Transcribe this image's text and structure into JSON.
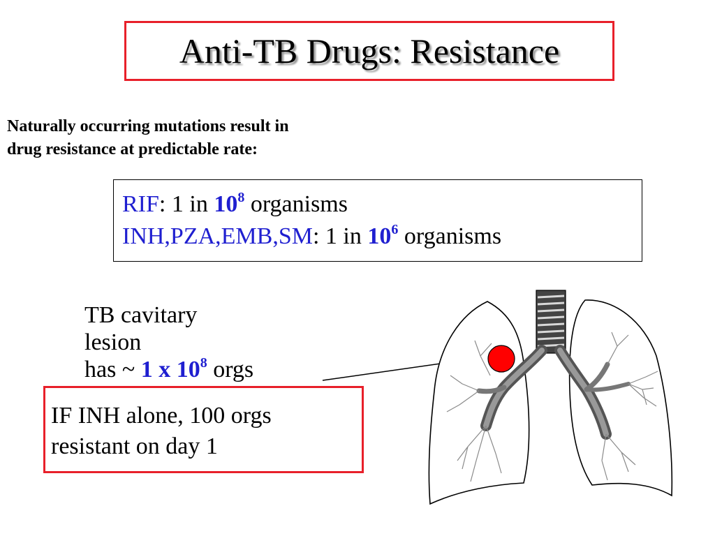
{
  "slide": {
    "title": "Anti-TB Drugs: Resistance",
    "intro_line1": "Naturally occurring mutations result in",
    "intro_line2": "drug resistance at predictable rate:",
    "rates": [
      {
        "drug": "RIF",
        "sep": ":  1 in ",
        "base": "10",
        "exponent": "8",
        "tail": " organisms"
      },
      {
        "drug": "INH,PZA,EMB,SM",
        "sep": ":  1 in ",
        "base": "10",
        "exponent": "6",
        "tail": " organisms"
      }
    ],
    "lesion": {
      "line1": "TB cavitary",
      "line2": "lesion",
      "line3_prefix": "has ~ ",
      "line3_value": "1 x 10",
      "line3_exponent": "8",
      "line3_suffix": " orgs"
    },
    "inh_alone": {
      "line1": "IF INH alone, 100 orgs",
      "line2": "resistant on day 1"
    }
  },
  "colors": {
    "accent_red": "#e8202a",
    "drug_blue": "#1f1fd0",
    "lesion_red": "#ff0000"
  },
  "icons": {
    "illustration": "lungs-illustration",
    "lesion_marker": "red-lesion-dot"
  }
}
